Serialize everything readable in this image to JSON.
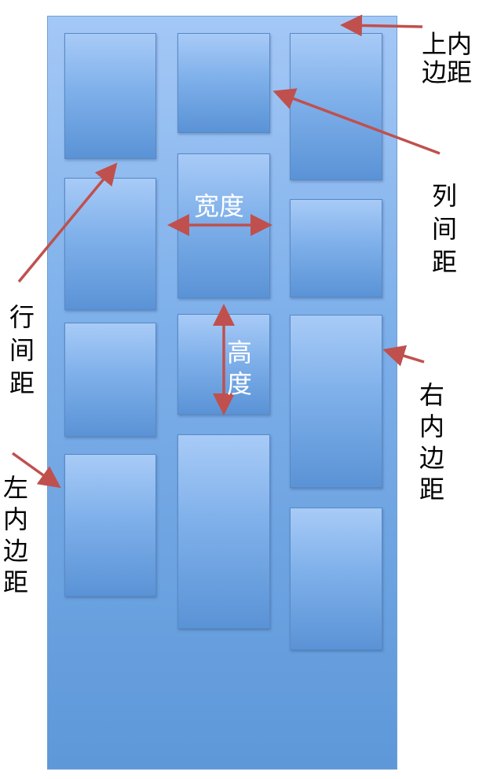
{
  "labels": {
    "top_padding": "上内\n边距",
    "column_gap": "列\n间\n距",
    "row_gap": "行\n间\n距",
    "right_padding": "右\n内\n边\n距",
    "left_padding": "左\n内\n边\n距",
    "width": "宽度",
    "height": "高\n度"
  },
  "colors": {
    "container_top": "#a4c8f6",
    "container_bottom": "#5e98d9",
    "arrow": "#c0504d",
    "inside_text": "#ffffff"
  },
  "columns": [
    {
      "tiles": 4
    },
    {
      "tiles": 4
    },
    {
      "tiles": 4
    }
  ]
}
